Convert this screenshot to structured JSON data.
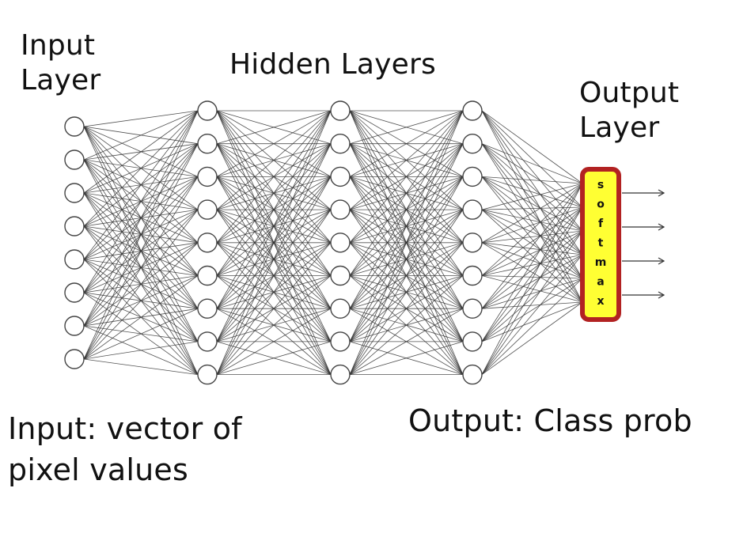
{
  "labels": {
    "input_layer": [
      "Input",
      "Layer"
    ],
    "hidden_layers": "Hidden Layers",
    "output_layer": [
      "Output",
      "Layer"
    ]
  },
  "captions": {
    "input": [
      "Input: vector of",
      "pixel values"
    ],
    "output": "Output: Class prob"
  },
  "softmax": {
    "letters": [
      "s",
      "o",
      "f",
      "t",
      "m",
      "a",
      "x"
    ],
    "fill_color": "#ffff33",
    "border_color": "#b22222"
  },
  "network": {
    "input_nodes": 8,
    "hidden_layers": [
      9,
      9,
      9
    ],
    "output_arrows": 4
  }
}
